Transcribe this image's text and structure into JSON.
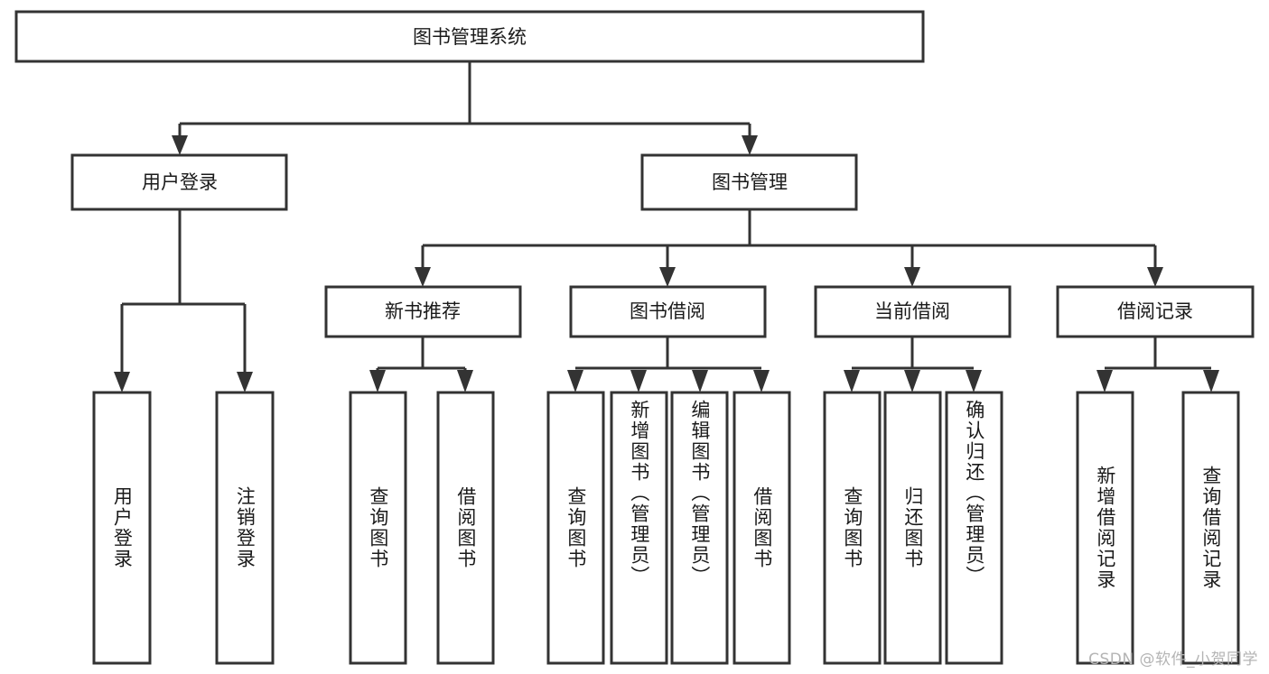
{
  "diagram": {
    "title": "图书管理系统",
    "type": "tree-hierarchy-chart",
    "watermark": "CSDN @软件_小贺同学",
    "colors": {
      "stroke": "#333333",
      "fill": "#ffffff",
      "text": "#1a1a1a",
      "watermark": "#b4b4b4",
      "background": "#ffffff"
    },
    "root": {
      "label": "图书管理系统"
    },
    "level2": [
      {
        "label": "用户登录"
      },
      {
        "label": "图书管理"
      }
    ],
    "level3": [
      {
        "label": "新书推荐"
      },
      {
        "label": "图书借阅"
      },
      {
        "label": "当前借阅"
      },
      {
        "label": "借阅记录"
      }
    ],
    "leaves": {
      "user_login": [
        {
          "label": "用户登录"
        },
        {
          "label": "注销登录"
        }
      ],
      "new_book": [
        {
          "label": "查询图书"
        },
        {
          "label": "借阅图书"
        }
      ],
      "book_borrow": [
        {
          "label": "查询图书"
        },
        {
          "label": "新增图书（管理员）"
        },
        {
          "label": "编辑图书（管理员）"
        },
        {
          "label": "借阅图书"
        }
      ],
      "current_borrow": [
        {
          "label": "查询图书"
        },
        {
          "label": "归还图书"
        },
        {
          "label": "确认归还（管理员）"
        }
      ],
      "borrow_record": [
        {
          "label": "新增借阅记录"
        },
        {
          "label": "查询借阅记录"
        }
      ]
    }
  }
}
